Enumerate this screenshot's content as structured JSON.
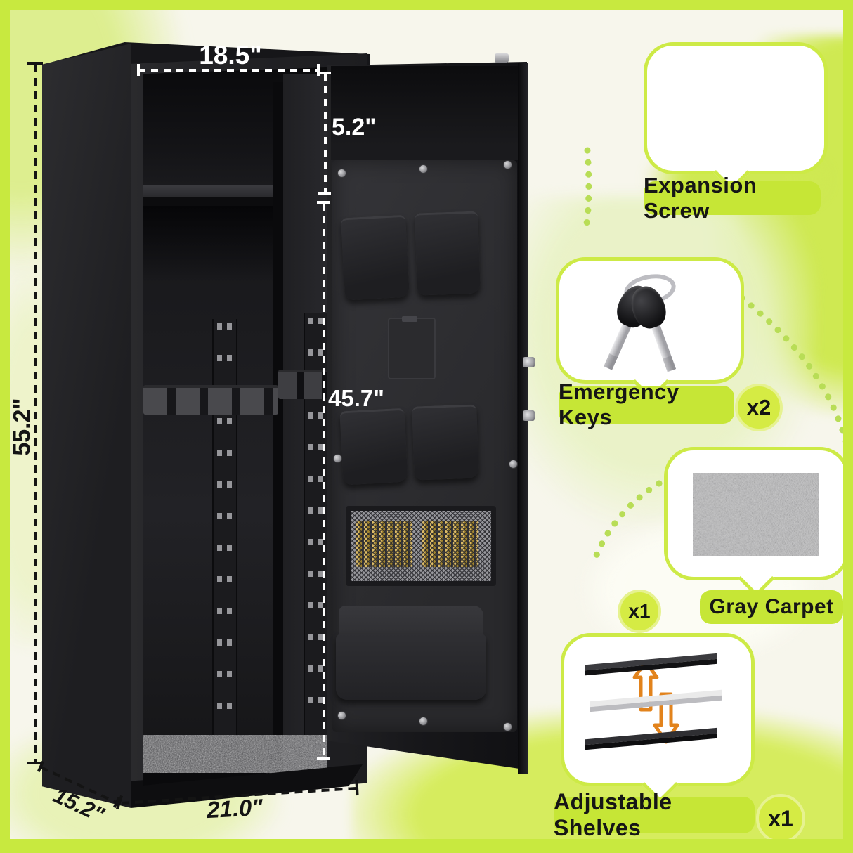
{
  "product_diagram": {
    "dimensions": {
      "inner_width": "18.5\"",
      "top_compartment_height": "5.2\"",
      "door_panel_height": "45.7\"",
      "overall_height": "55.2\"",
      "depth": "15.2\"",
      "overall_width": "21.0\""
    }
  },
  "callouts": {
    "expansion_screw": {
      "label": "Expansion Screw"
    },
    "emergency_keys": {
      "label": "Emergency Keys",
      "qty": "x2"
    },
    "gray_carpet": {
      "label": "Gray Carpet",
      "qty": "x1"
    },
    "adjustable_shelves": {
      "label": "Adjustable Shelves",
      "qty": "x1"
    }
  },
  "colors": {
    "frame_green": "#c8e93f",
    "label_green": "#c6e636",
    "badge_green": "#d5eb44",
    "badge_ring": "#e6f290",
    "background_cream": "#f7f6ec",
    "cabinet_black": "#1d1d20",
    "arrow_orange": "#e2831c",
    "bullet_gold": "#d3b05c",
    "anchor_yellow": "#f2b33a"
  }
}
